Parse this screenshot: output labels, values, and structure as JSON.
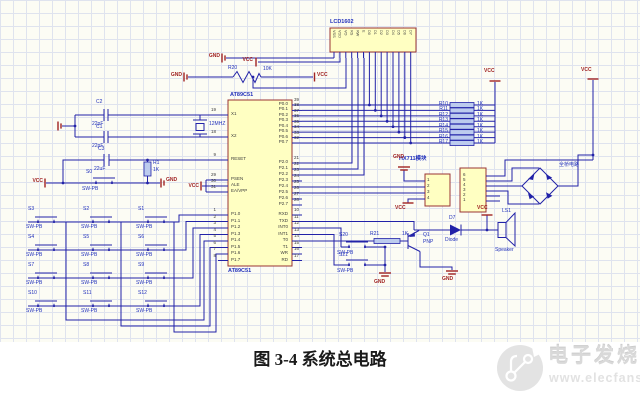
{
  "colors": {
    "paper": "#fcfcf4",
    "grid": "#dfe3ee",
    "wire": "#2222a8",
    "component_fill": "#ffffc2",
    "component_border": "#9a3333",
    "resistor_fill": "#bccbee",
    "designator_blue": "#2130bb",
    "pin_text": "#3c3c3c",
    "power_red": "#a02222",
    "watermark_gray": "#d9d9d9",
    "watermark_light": "#e2e2e2"
  },
  "power": {
    "vcc": "VCC",
    "gnd": "GND"
  },
  "lcd": {
    "ref": "LCD1602",
    "pins": [
      "VSS",
      "VDD",
      "VO",
      "RS",
      "RW",
      "E",
      "D0",
      "D1",
      "D2",
      "D3",
      "D4",
      "D5",
      "D6",
      "D7"
    ]
  },
  "mcu": {
    "ref": "AT89C51",
    "left_pins": [
      {
        "num": "19",
        "name": "X1"
      },
      {
        "num": "18",
        "name": "X2"
      },
      {
        "num": "9",
        "name": "RESET"
      },
      {
        "num": "29",
        "name": "PSEN"
      },
      {
        "num": "30",
        "name": "ALE"
      },
      {
        "num": "31",
        "name": "EA/VPP"
      },
      {
        "num": "1",
        "name": "P1.0"
      },
      {
        "num": "2",
        "name": "P1.1"
      },
      {
        "num": "3",
        "name": "P1.2"
      },
      {
        "num": "4",
        "name": "P1.3"
      },
      {
        "num": "5",
        "name": "P1.4"
      },
      {
        "num": "6",
        "name": "P1.5"
      },
      {
        "num": "7",
        "name": "P1.6"
      },
      {
        "num": "8",
        "name": "P1.7"
      }
    ],
    "right_pins": [
      {
        "num": "39",
        "name": "P0.0"
      },
      {
        "num": "38",
        "name": "P0.1"
      },
      {
        "num": "37",
        "name": "P0.2"
      },
      {
        "num": "36",
        "name": "P0.3"
      },
      {
        "num": "35",
        "name": "P0.4"
      },
      {
        "num": "34",
        "name": "P0.5"
      },
      {
        "num": "33",
        "name": "P0.6"
      },
      {
        "num": "32",
        "name": "P0.7"
      },
      {
        "num": "21",
        "name": "P2.0"
      },
      {
        "num": "22",
        "name": "P2.1"
      },
      {
        "num": "23",
        "name": "P2.2"
      },
      {
        "num": "24",
        "name": "P2.3"
      },
      {
        "num": "25",
        "name": "P2.4"
      },
      {
        "num": "26",
        "name": "P2.5"
      },
      {
        "num": "27",
        "name": "P2.6"
      },
      {
        "num": "28",
        "name": "P2.7"
      },
      {
        "num": "10",
        "name": "RXD"
      },
      {
        "num": "11",
        "name": "TXD"
      },
      {
        "num": "12",
        "name": "INT0"
      },
      {
        "num": "13",
        "name": "INT1"
      },
      {
        "num": "14",
        "name": "T0"
      },
      {
        "num": "15",
        "name": "T1"
      },
      {
        "num": "16",
        "name": "WR"
      },
      {
        "num": "17",
        "name": "RD"
      }
    ]
  },
  "oscillator": {
    "c2": {
      "ref": "C2",
      "value": "22pF"
    },
    "c1": {
      "ref": "C1",
      "value": "22pF"
    },
    "crystal": {
      "value": "12MHZ"
    }
  },
  "reset": {
    "c3": {
      "ref": "C3",
      "value": "22uF"
    },
    "r1": {
      "ref": "R1",
      "value": "1K"
    },
    "s0": {
      "ref": "S0",
      "type": "SW-PB"
    }
  },
  "contrast": {
    "r20": {
      "ref": "R20",
      "value": "10K"
    }
  },
  "pullups": [
    {
      "ref": "R10",
      "value": "1K"
    },
    {
      "ref": "R11",
      "value": "1K"
    },
    {
      "ref": "R12",
      "value": "1K"
    },
    {
      "ref": "R13",
      "value": "1K"
    },
    {
      "ref": "R14",
      "value": "1K"
    },
    {
      "ref": "R15",
      "value": "1K"
    },
    {
      "ref": "R16",
      "value": "1K"
    },
    {
      "ref": "R17",
      "value": "1K"
    }
  ],
  "keypad": {
    "type": "SW-PB",
    "rows": [
      [
        "S3",
        "S2",
        "S1"
      ],
      [
        "S4",
        "S5",
        "S6"
      ],
      [
        "S7",
        "S8",
        "S9"
      ],
      [
        "S10",
        "S11",
        "S12"
      ]
    ]
  },
  "hx711": {
    "label": "HX711模块",
    "left_pins": [
      "1",
      "2",
      "3",
      "4"
    ],
    "right_pins": [
      "6",
      "5",
      "4",
      "3",
      "2",
      "1"
    ]
  },
  "bridge": {
    "label": "全桥电路"
  },
  "alarm": {
    "r21": {
      "ref": "R21",
      "value": "1K"
    },
    "q1": {
      "ref": "Q1",
      "type": "PNP"
    },
    "d7": {
      "ref": "D7",
      "label": "Diode"
    },
    "ls1": {
      "ref": "LS1",
      "label": "Speaker"
    },
    "s20": {
      "ref": "S20",
      "type": "SW-PB"
    },
    "s21": {
      "ref": "S21",
      "type": "SW-PB"
    }
  },
  "caption": "图 3-4 系统总电路",
  "watermark": {
    "brand": "电子发烧友",
    "site": "www.elecfans.com"
  }
}
